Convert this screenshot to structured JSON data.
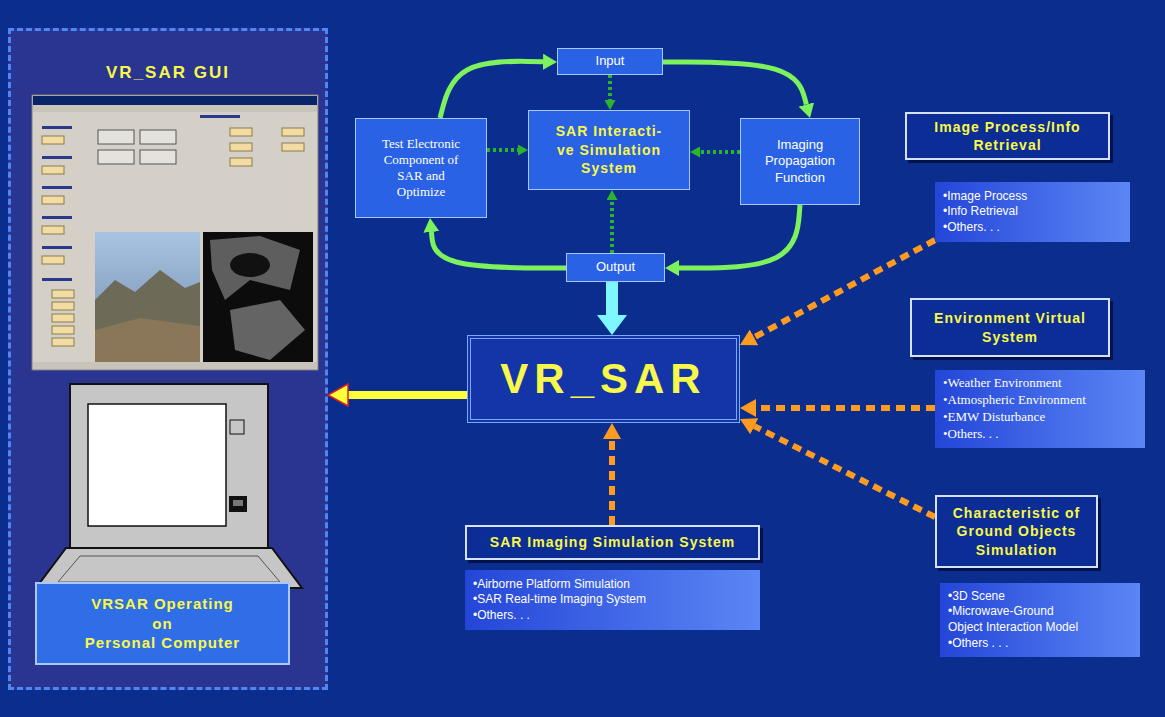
{
  "diagram": {
    "nodes": [
      {
        "text": [
          "VR_SAR GUI"
        ]
      },
      {
        "text": [
          "VRSAR Operating",
          "on",
          "Personal Computer"
        ],
        "in": 0
      },
      {
        "text": [
          "Input"
        ]
      },
      {
        "text": [
          "Test Electronic Component of SAR and Optimize"
        ]
      },
      {
        "text": [
          "SAR Interacti-ve Simulation System"
        ]
      },
      {
        "text": [
          "Imaging Propagation Function"
        ]
      },
      {
        "text": [
          "Output"
        ]
      },
      {
        "text": [
          "Image Process/Info Retrieval"
        ]
      },
      {
        "text": [
          "•Image Process",
          "•Info Retrieval",
          "•Others. . ."
        ]
      },
      {
        "text": [
          "VR_SAR"
        ]
      },
      {
        "text": [
          "Environment Virtual System"
        ]
      },
      {
        "text": [
          "•Weather Environment",
          "•Atmospheric Environment",
          "•EMW Disturbance",
          "•Others. . ."
        ]
      },
      {
        "text": [
          "Characteristic of Ground Objects Simulation"
        ]
      },
      {
        "text": [
          "•3D Scene",
          "•Microwave-Ground Object Interaction Model",
          "•Others . . ."
        ]
      },
      {
        "text": [
          "SAR Imaging Simulation System"
        ]
      },
      {
        "text": [
          "•Airborne Platform Simulation",
          "•SAR Real-time Imaging System",
          "•Others. . ."
        ]
      }
    ],
    "edges": [
      {
        "from": 3,
        "to": 2,
        "arrow": "to"
      },
      {
        "from": 2,
        "to": 5,
        "arrow": "to"
      },
      {
        "from": 5,
        "to": 6,
        "arrow": "to"
      },
      {
        "from": 6,
        "to": 3,
        "arrow": "to"
      },
      {
        "from": 2,
        "to": 4,
        "arrow": "to"
      },
      {
        "from": 3,
        "to": 4,
        "arrow": "to"
      },
      {
        "from": 5,
        "to": 4,
        "arrow": "to"
      },
      {
        "from": 6,
        "to": 4,
        "arrow": "to"
      },
      {
        "from": 6,
        "to": 9,
        "arrow": "to"
      },
      {
        "from": 9,
        "to": 0,
        "arrow": "to"
      },
      {
        "from": 8,
        "to": 9,
        "arrow": "to"
      },
      {
        "from": 11,
        "to": 9,
        "arrow": "to"
      },
      {
        "from": 12,
        "to": 9,
        "arrow": "to"
      },
      {
        "from": 14,
        "to": 9,
        "arrow": "to"
      }
    ]
  }
}
